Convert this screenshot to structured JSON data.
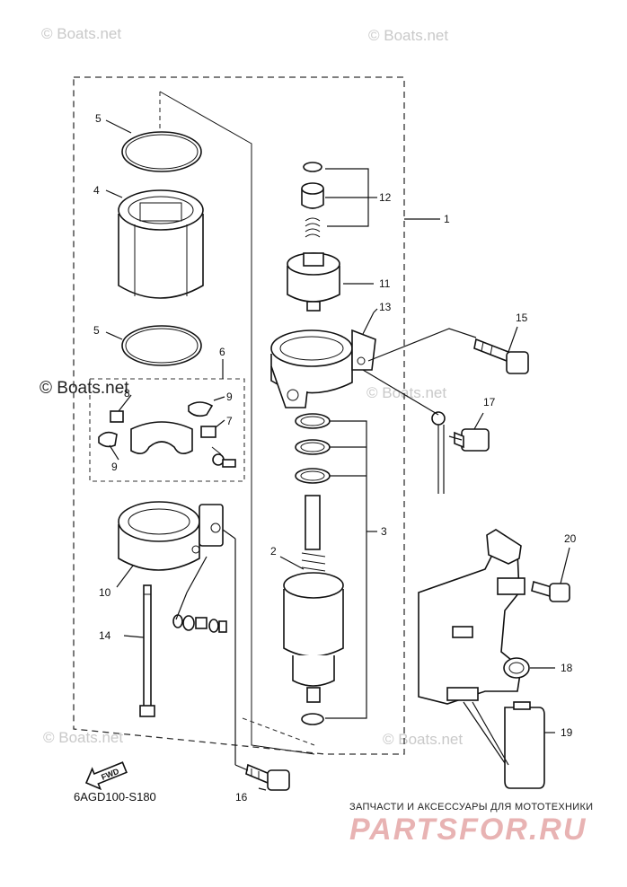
{
  "watermarks": {
    "top_left": "© Boats.net",
    "top_right": "© Boats.net",
    "mid_left": "© Boats.net",
    "mid_right": "© Boats.net",
    "bottom_left": "© Boats.net",
    "bottom_right": "© Boats.net"
  },
  "callouts": {
    "c1": "1",
    "c2": "2",
    "c3": "3",
    "c4": "4",
    "c5a": "5",
    "c5b": "5",
    "c6": "6",
    "c7": "7",
    "c8": "8",
    "c9a": "9",
    "c9b": "9",
    "c10": "10",
    "c11": "11",
    "c12": "12",
    "c13": "13",
    "c14": "14",
    "c15": "15",
    "c16": "16",
    "c17": "17",
    "c18": "18",
    "c19": "19",
    "c20": "20"
  },
  "fwd_label": "FWD",
  "diagram_code": "6AGD100-S180",
  "brand": {
    "subtitle": "ЗАПЧАСТИ И АКСЕССУАРЫ ДЛЯ МОТОТЕХНИКИ",
    "name": "PARTSFOR.RU"
  }
}
